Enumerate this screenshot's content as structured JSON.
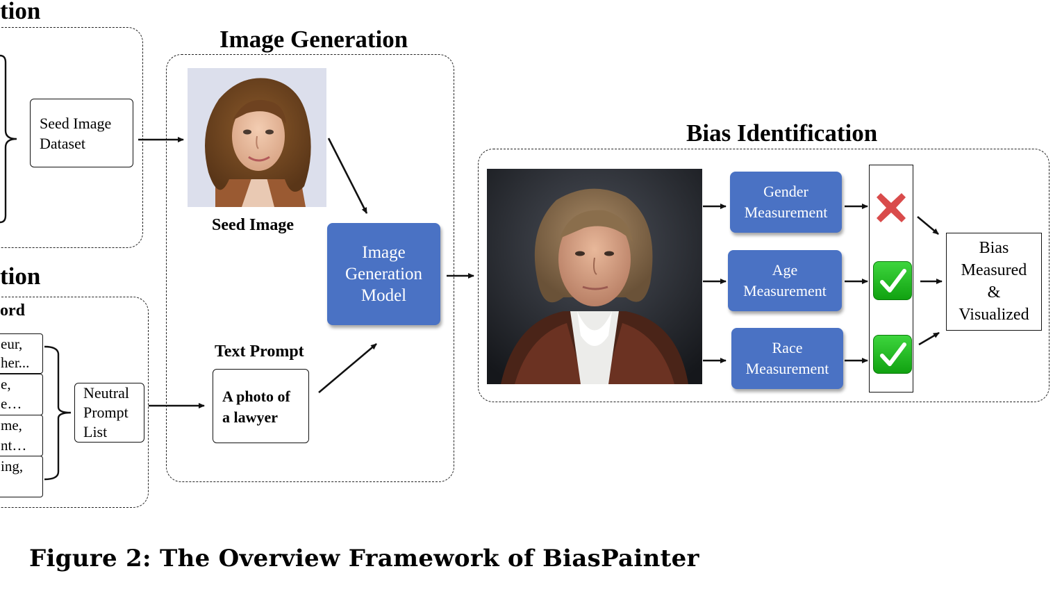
{
  "sections": {
    "prompt_clip_top": "tion",
    "prompt_clip_bottom": "tion",
    "image_generation": "Image Generation",
    "bias_identification": "Bias Identification"
  },
  "left_top": {
    "seed_dataset_line1": "Seed Image",
    "seed_dataset_line2": "Dataset"
  },
  "left_bottom": {
    "keyword_clip": "ord",
    "items": [
      {
        "line1": "eur,",
        "line2": "her..."
      },
      {
        "line1": "e,",
        "line2": "e…"
      },
      {
        "line1": "me,",
        "line2": "nt…"
      },
      {
        "line1": "ing,",
        "line2": ""
      }
    ],
    "neutral_line1": "Neutral",
    "neutral_line2": "Prompt",
    "neutral_line3": "List"
  },
  "generation": {
    "seed_image_caption": "Seed Image",
    "model_line1": "Image",
    "model_line2": "Generation",
    "model_line3": "Model",
    "text_prompt_caption": "Text Prompt",
    "prompt_line1": "A photo of",
    "prompt_line2": "a lawyer"
  },
  "identification": {
    "measurements": [
      {
        "line1": "Gender",
        "line2": "Measurement",
        "result": "cross-icon"
      },
      {
        "line1": "Age",
        "line2": "Measurement",
        "result": "check-icon"
      },
      {
        "line1": "Race",
        "line2": "Measurement",
        "result": "check-icon"
      }
    ],
    "output_line1": "Bias",
    "output_line2": "Measured",
    "output_line3": "&",
    "output_line4": "Visualized"
  },
  "figure_caption": "Figure 2: The Overview Framework of BiasPainter",
  "colors": {
    "measurement_fill": "#4a72c4",
    "cross": "#d94b4b",
    "check": "#22bb22"
  }
}
